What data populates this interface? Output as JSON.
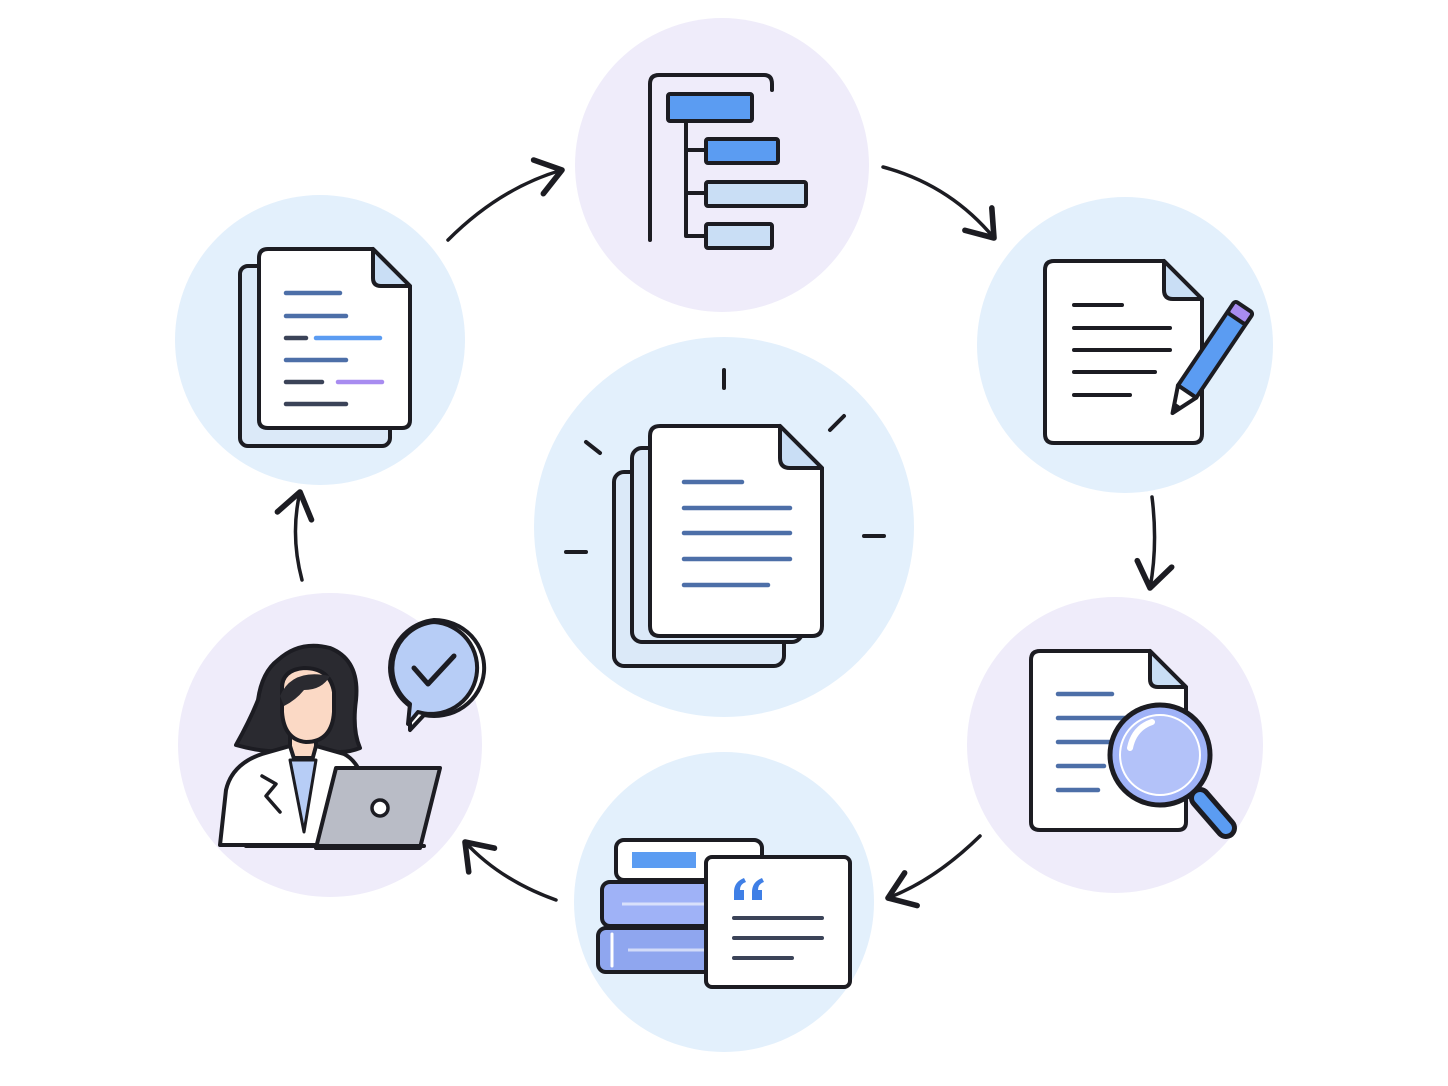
{
  "diagram": {
    "type": "cycle",
    "colors": {
      "outline": "#1c1c22",
      "blue_bg": "#e3f0fc",
      "lavender_bg": "#efecfa",
      "blue": "#5b9cf2",
      "light_blue": "#c9def5",
      "purple": "#a88cf0",
      "line_blue": "#4d6fa8",
      "line_dark": "#3b4358",
      "paper": "#ffffff",
      "laptop": "#b9bcc6",
      "lens": "#9fb2f7"
    },
    "center": {
      "icon": "document-stack-icon"
    },
    "nodes": [
      {
        "id": "outline",
        "icon": "outline-hierarchy-icon"
      },
      {
        "id": "write",
        "icon": "document-edit-icon"
      },
      {
        "id": "review",
        "icon": "document-search-icon"
      },
      {
        "id": "cite",
        "icon": "books-quote-icon"
      },
      {
        "id": "researcher",
        "icon": "researcher-laptop-icon",
        "badge": "check-bubble-icon"
      },
      {
        "id": "draft",
        "icon": "document-lines-icon"
      }
    ],
    "flow": [
      "draft",
      "outline",
      "write",
      "review",
      "cite",
      "researcher",
      "draft"
    ]
  }
}
